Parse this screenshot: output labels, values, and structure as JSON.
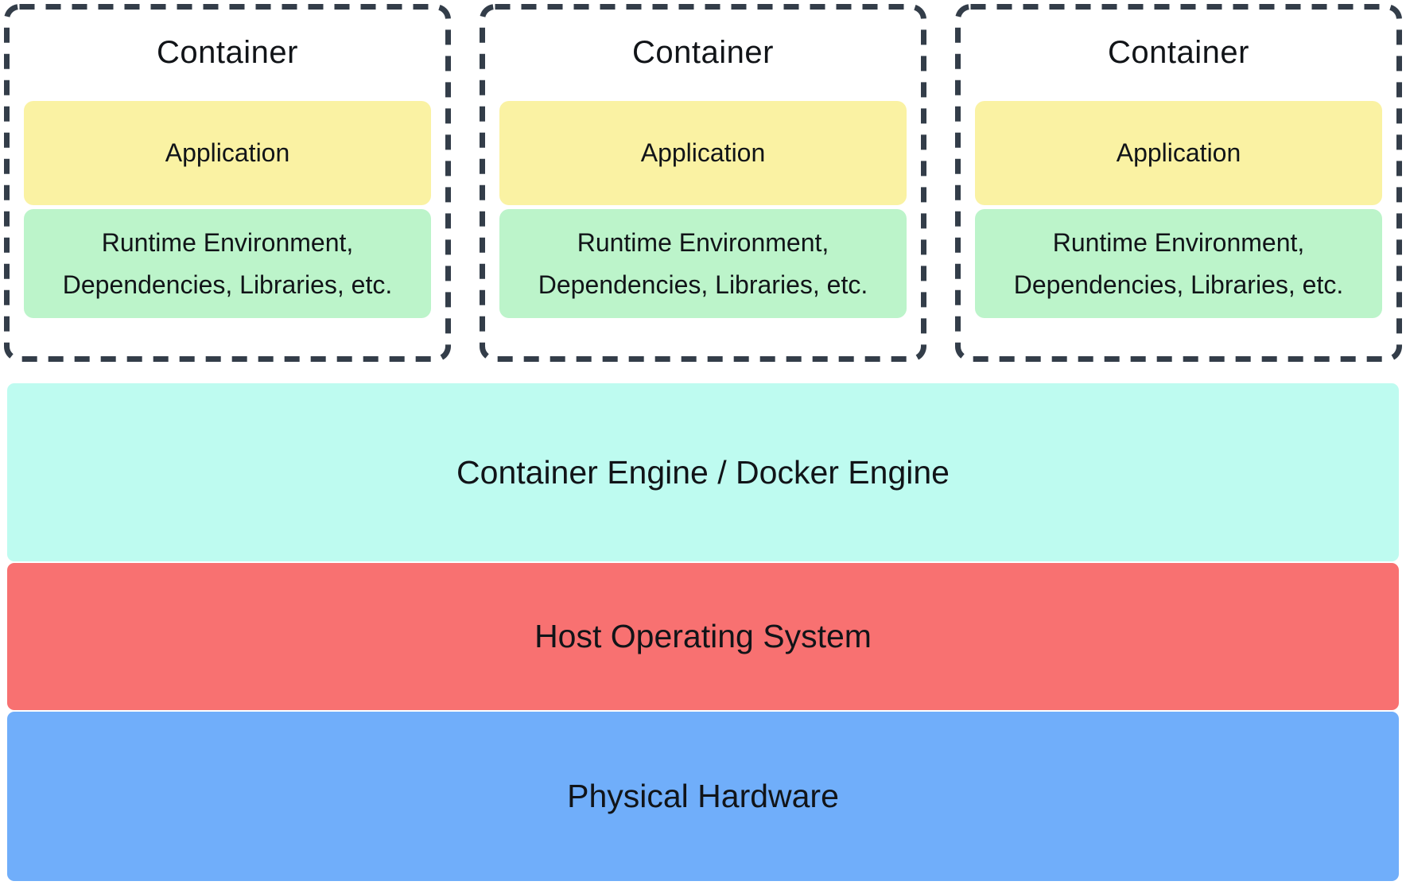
{
  "containers": [
    {
      "title": "Container",
      "application_label": "Application",
      "runtime_line1": "Runtime Environment,",
      "runtime_line2": "Dependencies, Libraries, etc."
    },
    {
      "title": "Container",
      "application_label": "Application",
      "runtime_line1": "Runtime Environment,",
      "runtime_line2": "Dependencies, Libraries, etc."
    },
    {
      "title": "Container",
      "application_label": "Application",
      "runtime_line1": "Runtime Environment,",
      "runtime_line2": "Dependencies, Libraries, etc."
    }
  ],
  "layers": [
    {
      "label": "Container Engine / Docker Engine",
      "color": "#BEFBF0"
    },
    {
      "label": "Host Operating System",
      "color": "#F87171"
    },
    {
      "label": "Physical Hardware",
      "color": "#70AEFA"
    }
  ],
  "colors": {
    "application_fill": "#FAF2A3",
    "runtime_fill": "#BCF4CA",
    "container_dashed_border": "#333D49",
    "text": "#111418",
    "background": "#FFFFFF"
  }
}
